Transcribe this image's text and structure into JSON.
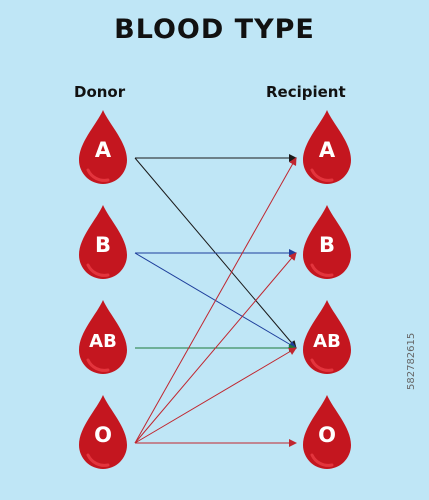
{
  "title": "BLOOD TYPE",
  "donor_label": "Donor",
  "recipient_label": "Recipient",
  "donors": [
    "A",
    "B",
    "AB",
    "O"
  ],
  "recipients": [
    "A",
    "B",
    "AB",
    "O"
  ],
  "connections": [
    {
      "from": "A",
      "to": "A",
      "color": "#1a1a1a"
    },
    {
      "from": "A",
      "to": "AB",
      "color": "#1a1a1a"
    },
    {
      "from": "B",
      "to": "B",
      "color": "#1e3f9c"
    },
    {
      "from": "B",
      "to": "AB",
      "color": "#1e3f9c"
    },
    {
      "from": "AB",
      "to": "AB",
      "color": "#1d7a3a"
    },
    {
      "from": "O",
      "to": "A",
      "color": "#c0262f"
    },
    {
      "from": "O",
      "to": "B",
      "color": "#c0262f"
    },
    {
      "from": "O",
      "to": "AB",
      "color": "#c0262f"
    },
    {
      "from": "O",
      "to": "O",
      "color": "#c0262f"
    }
  ],
  "colors": {
    "background": "#bfe6f6",
    "drop": "#c4161f",
    "drop_highlight": "#e3353d"
  },
  "watermark": "582782615"
}
